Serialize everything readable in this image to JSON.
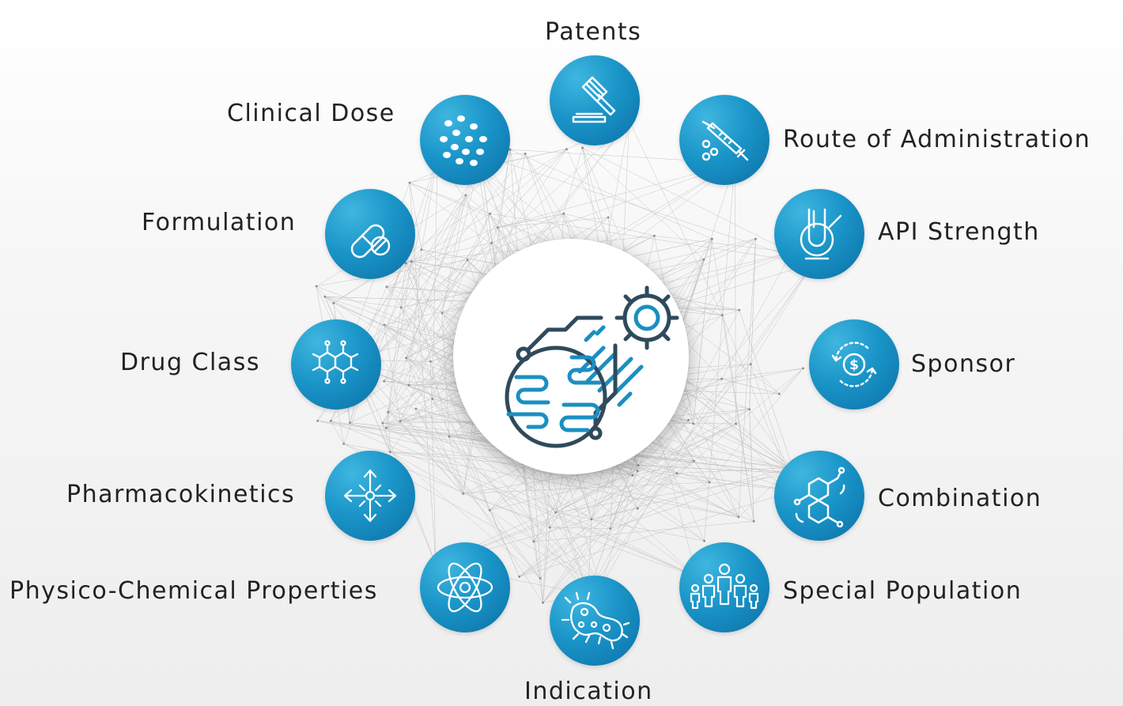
{
  "nodes": [
    {
      "key": "patents",
      "label": "Patents",
      "icon": "gavel-icon"
    },
    {
      "key": "route",
      "label": "Route of Administration",
      "icon": "syringe-icon"
    },
    {
      "key": "api",
      "label": "API Strength",
      "icon": "test-tube-icon"
    },
    {
      "key": "sponsor",
      "label": "Sponsor",
      "icon": "dollar-cycle-icon"
    },
    {
      "key": "combination",
      "label": "Combination",
      "icon": "molecule-icon"
    },
    {
      "key": "special",
      "label": "Special Population",
      "icon": "people-icon"
    },
    {
      "key": "indication",
      "label": "Indication",
      "icon": "bacteria-icon"
    },
    {
      "key": "physico",
      "label": "Physico-Chemical Properties",
      "icon": "atom-icon"
    },
    {
      "key": "pk",
      "label": "Pharmacokinetics",
      "icon": "arrows-out-icon"
    },
    {
      "key": "drugclass",
      "label": "Drug Class",
      "icon": "chemical-structure-icon"
    },
    {
      "key": "formulation",
      "label": "Formulation",
      "icon": "capsule-icon"
    },
    {
      "key": "dose",
      "label": "Clinical Dose",
      "icon": "pills-icon"
    }
  ],
  "center": {
    "icon": "globe-gear-icon"
  },
  "colors": {
    "circle": "#1a95c8",
    "circle_dark": "#0b6fa6",
    "center_icon": "#2f4a5c",
    "center_accent": "#1a8fc2"
  }
}
